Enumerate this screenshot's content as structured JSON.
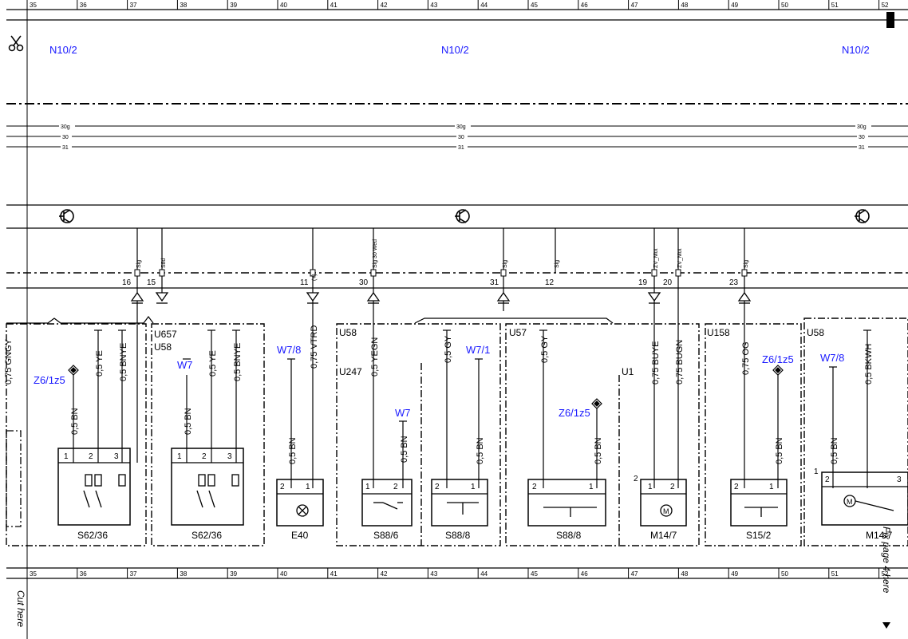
{
  "grid_numbers": [
    "35",
    "36",
    "37",
    "38",
    "39",
    "40",
    "41",
    "42",
    "43",
    "44",
    "45",
    "46",
    "47",
    "48",
    "49",
    "50",
    "51",
    "52"
  ],
  "module_labels": [
    "N10/2",
    "N10/2",
    "N10/2"
  ],
  "bus_lines": [
    "30g",
    "30",
    "31",
    "30g",
    "30",
    "31",
    "30g",
    "30",
    "31"
  ],
  "connector_signals": [
    "Sig",
    "S8d",
    "(+)",
    "Sig 30 Wed",
    "Sig",
    "Sig",
    "ZV_Mot",
    "ZV_Mot",
    "Sig"
  ],
  "pin_numbers": [
    "16",
    "15",
    "11",
    "30",
    "31",
    "12",
    "19",
    "20",
    "23"
  ],
  "wires": [
    "0,5 YE",
    "0,5 BNYE",
    "0,5 BN",
    "0,5 YE",
    "0,5 BNYE",
    "0,5 BN",
    "0,75 VTRD",
    "0,5 BN",
    "0,5 YEGN",
    "0,5 BN",
    "0,5 GY",
    "0,5 BN",
    "0,5 GY",
    "0,5 BN",
    "0,75 BUYE",
    "0,75 BUGN",
    "0,75 OG",
    "0,5 BN",
    "0,5 BKWH",
    "0,5 BN",
    "0,75 GNGY"
  ],
  "ground_labels": [
    "Z6/1z5",
    "W7",
    "W7/8",
    "W7",
    "W7/1",
    "Z6/1z5",
    "Z6/1z5",
    "W7/8"
  ],
  "group_labels": [
    "U657",
    "U58",
    "U58",
    "U247",
    "U57",
    "U1",
    "U158",
    "U58"
  ],
  "component_labels": [
    "S62/36",
    "S62/36",
    "E40",
    "S88/6",
    "S88/8",
    "S88/8",
    "M14/7",
    "S15/2",
    "M14/7"
  ],
  "component_pins": [
    "1",
    "2",
    "3",
    "1",
    "2",
    "3",
    "2",
    "1",
    "1",
    "2",
    "2",
    "1",
    "2",
    "1",
    "2",
    "1",
    "2",
    "2",
    "1",
    "1",
    "2",
    "3"
  ],
  "margin_text": {
    "cut_left": "Cut here",
    "cut_right": "Fix page 4 here"
  },
  "scissors_icon": "scissors-icon",
  "colors": {
    "link_blue": "#1a1aff",
    "line": "#000000"
  }
}
